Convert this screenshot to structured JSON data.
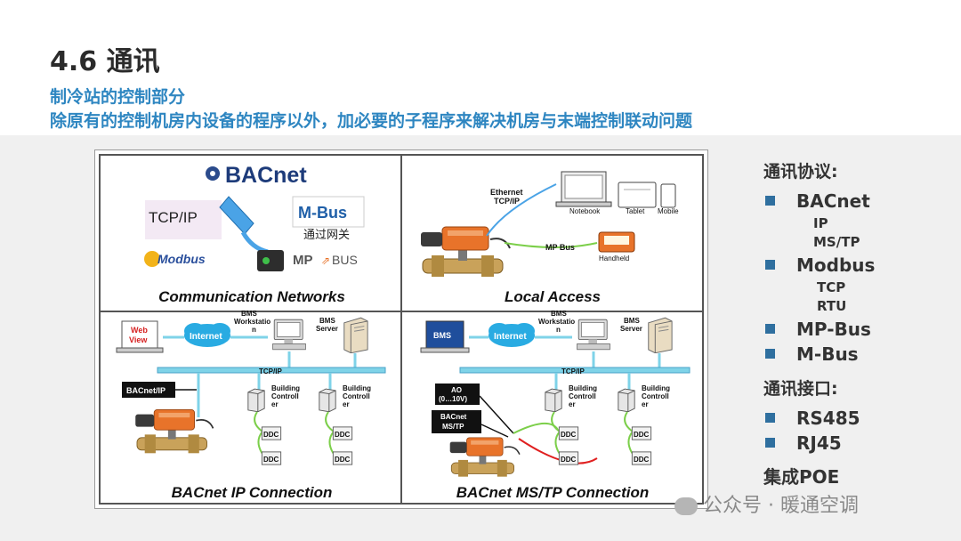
{
  "header": {
    "title": "4.6  通讯",
    "subtitle_line1": "制冷站的控制部分",
    "subtitle_line2": "除原有的控制机房内设备的程序以外，加必要的子程序来解决机房与末端控制联动问题"
  },
  "diagram": {
    "quadrants": [
      {
        "title": "Communication  Networks"
      },
      {
        "title": "Local Access"
      },
      {
        "title": "BACnet IP Connection"
      },
      {
        "title": "BACnet MS/TP Connection"
      }
    ],
    "networks": {
      "bacnet_logo": "BACnet",
      "tcpip_logo": "TCP/IP",
      "mbus_logo": "M-Bus",
      "mbus_caption": "通过网关",
      "modbus_logo": "Modbus",
      "mpbus_logo": "MP",
      "mpbus_logo_suffix": "BUS"
    },
    "local": {
      "ethernet_label": "Ethernet",
      "tcpip_label": "TCP/IP",
      "notebook": "Notebook",
      "tablet": "Tablet",
      "mobile": "Mobile",
      "mpbus_label": "MP Bus",
      "handheld": "Handheld"
    },
    "ip_conn": {
      "web_view": "Web View",
      "internet": "Internet",
      "bms_workstation": "BMS Workstatio n",
      "bms_server": "BMS Server",
      "tcpip_bus": "TCP/IP",
      "bacnet_ip_tag": "BACnet/IP",
      "building_controller": "Building Controll er",
      "ddc": "DDC"
    },
    "mstp_conn": {
      "bms": "BMS",
      "internet": "Internet",
      "bms_workstation": "BMS Workstatio n",
      "bms_server": "BMS Server",
      "tcpip_bus": "TCP/IP",
      "ao_tag": "AO (0…10V)",
      "mstp_tag": "BACnet MS/TP",
      "building_controller": "Building Controll er",
      "ddc": "DDC"
    }
  },
  "right_panel": {
    "protocol_header": "通讯协议:",
    "protocols": [
      {
        "name": "BACnet",
        "subs": [
          "IP",
          "MS/TP"
        ]
      },
      {
        "name": "Modbus",
        "subs": [
          "TCP",
          "RTU"
        ]
      },
      {
        "name": "MP-Bus",
        "subs": []
      },
      {
        "name": "M-Bus",
        "subs": []
      }
    ],
    "interface_header": "通讯接口:",
    "interfaces": [
      "RS485",
      "RJ45"
    ],
    "poe": "集成POE"
  },
  "watermark": "公众号 · 暖通空调",
  "colors": {
    "title": "#2b2b2b",
    "subtitle": "#2e86c1",
    "bus": "#7fd3e8",
    "cloud": "#29abe2",
    "actuator": "#e8732a",
    "bullet": "#2f6f9f"
  }
}
